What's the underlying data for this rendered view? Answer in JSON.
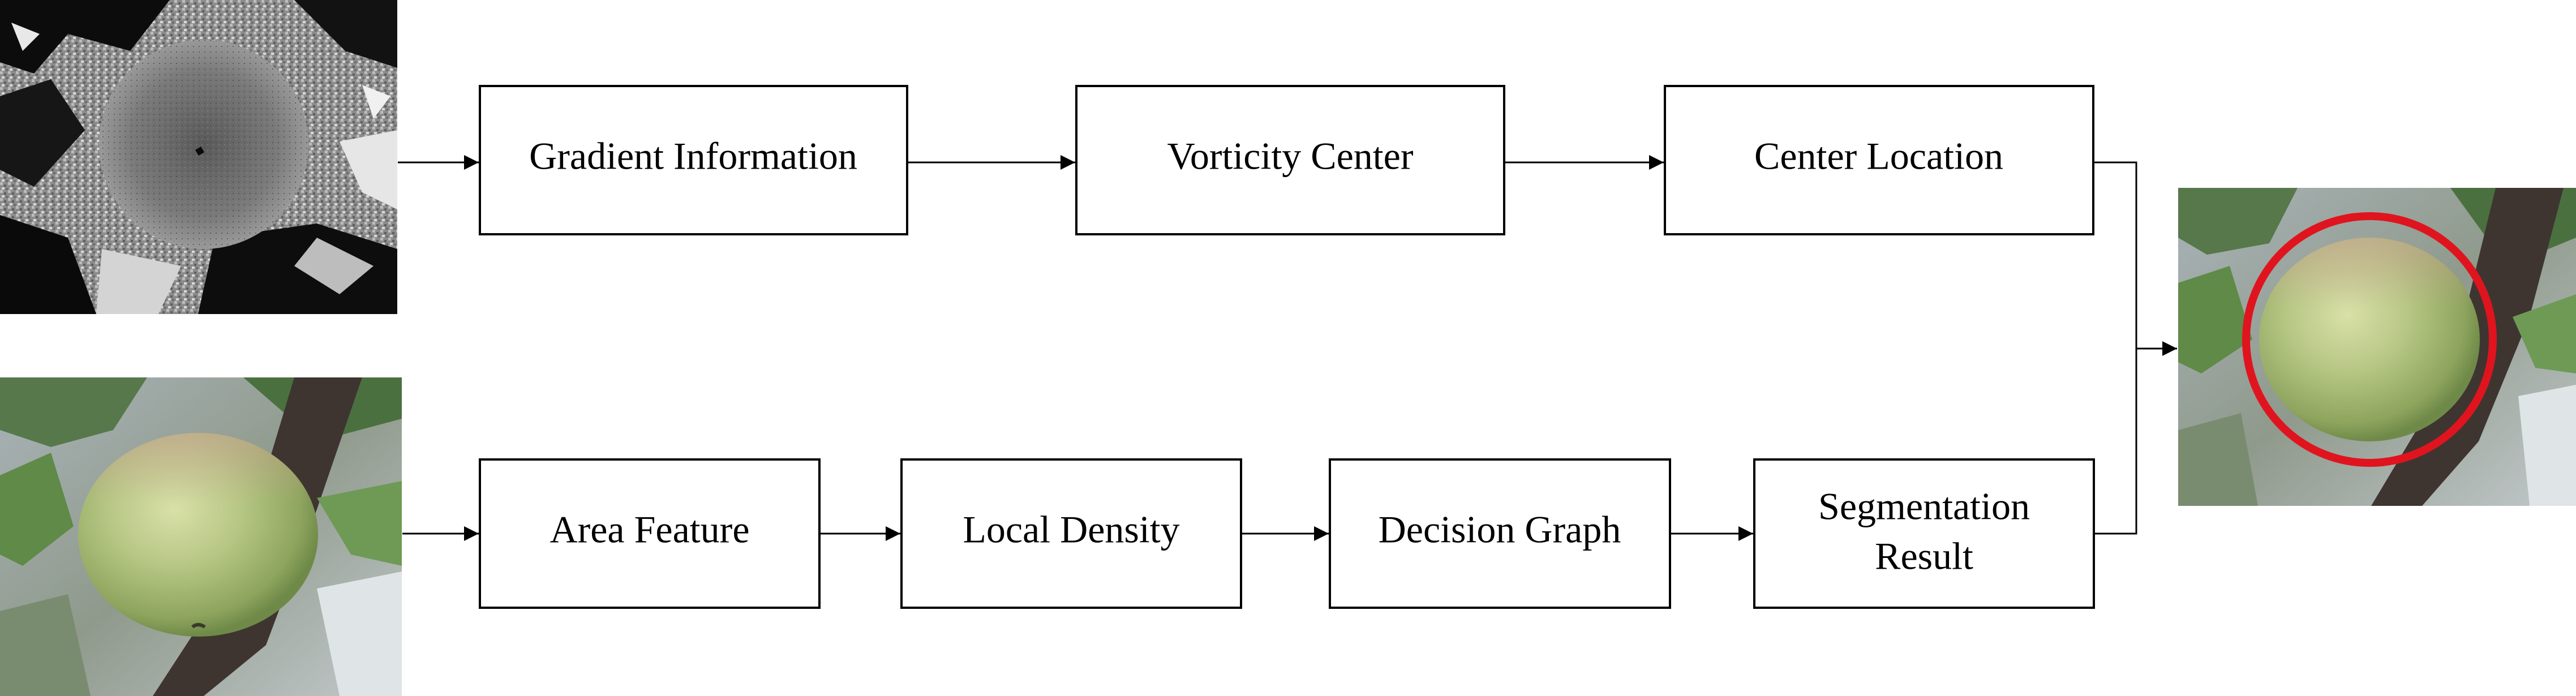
{
  "diagram": {
    "boxes": {
      "gradient_information": "Gradient Information",
      "vorticity_center": "Vorticity Center",
      "center_location": "Center Location",
      "area_feature": "Area Feature",
      "local_density": "Local Density",
      "decision_graph": "Decision Graph",
      "segmentation_result_line1": "Segmentation",
      "segmentation_result_line2": "Result"
    },
    "images": {
      "input_gradient_map": "grayscale-gradient-map",
      "input_apple_photo": "apple-on-tree-photo",
      "output_detected_apple": "apple-detected-with-red-circle"
    },
    "colors": {
      "box_stroke": "#000000",
      "detection_circle": "#e0141e",
      "apple_green": "#a9c07a",
      "leaf_green": "#4e7a3c",
      "branch_dark": "#3e3530"
    }
  }
}
